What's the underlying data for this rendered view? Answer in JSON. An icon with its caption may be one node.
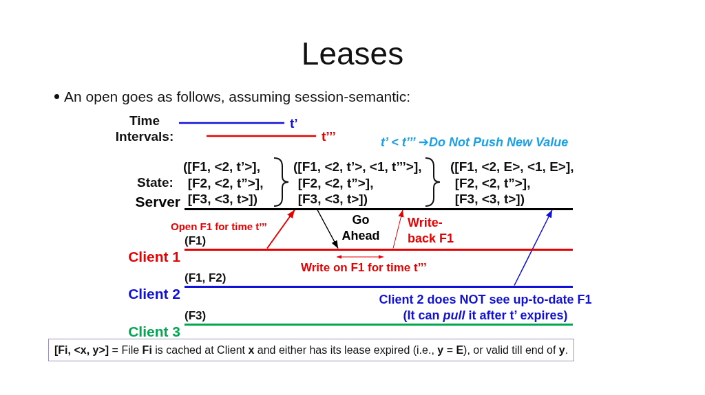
{
  "diagram": {
    "title": "Leases",
    "nodes": [
      {
        "text": [
          "Server"
        ]
      },
      {
        "text": [
          "Client 1"
        ],
        "beside": [
          "(F1)"
        ]
      },
      {
        "text": [
          "Client 2"
        ],
        "beside": [
          "(F1, F2)"
        ]
      },
      {
        "text": [
          "Client 3"
        ],
        "beside": [
          "(F3)"
        ]
      },
      {
        "text": [
          "**[Fi, <x, y>]** = File **Fi** is cached at Client **x** and either has its lease expired (i.e., **y** = **E**), or valid till end of **y**."
        ]
      }
    ],
    "edges": [
      {
        "from": 1,
        "to": 0,
        "arrow": "to",
        "label": "Open F1 for time t’’’"
      },
      {
        "from": 0,
        "to": 1,
        "arrow": "to",
        "label": "Go Ahead",
        "color": "#000000"
      },
      {
        "from": 1,
        "to": 0,
        "arrow": "to",
        "label": "Write-back F1"
      },
      {
        "from": 2,
        "to": 0,
        "arrow": "to",
        "color": "#1010d8"
      }
    ],
    "labels": [
      "An open goes as follows, assuming session-semantic:",
      "Time Intervals:",
      "t’",
      "t’’’",
      "t’ < t’’’ ➔*Do Not Push* New Value",
      "State:",
      "([F1, <2, t’>], [F2, <2, t”>], [F3, <3, t>])",
      "([F1, <2, t’>, <1, t’’’>], [F2, <2, t”>], [F3, <3, t>])",
      "([F1, <2, E>, <1, E>], [F2, <2, t”>], [F3, <3, t>])",
      "Write on F1 for time t’’’",
      "Client 2 does NOT see up-to-date F1 (It can *pull* it after t’ expires)"
    ]
  }
}
